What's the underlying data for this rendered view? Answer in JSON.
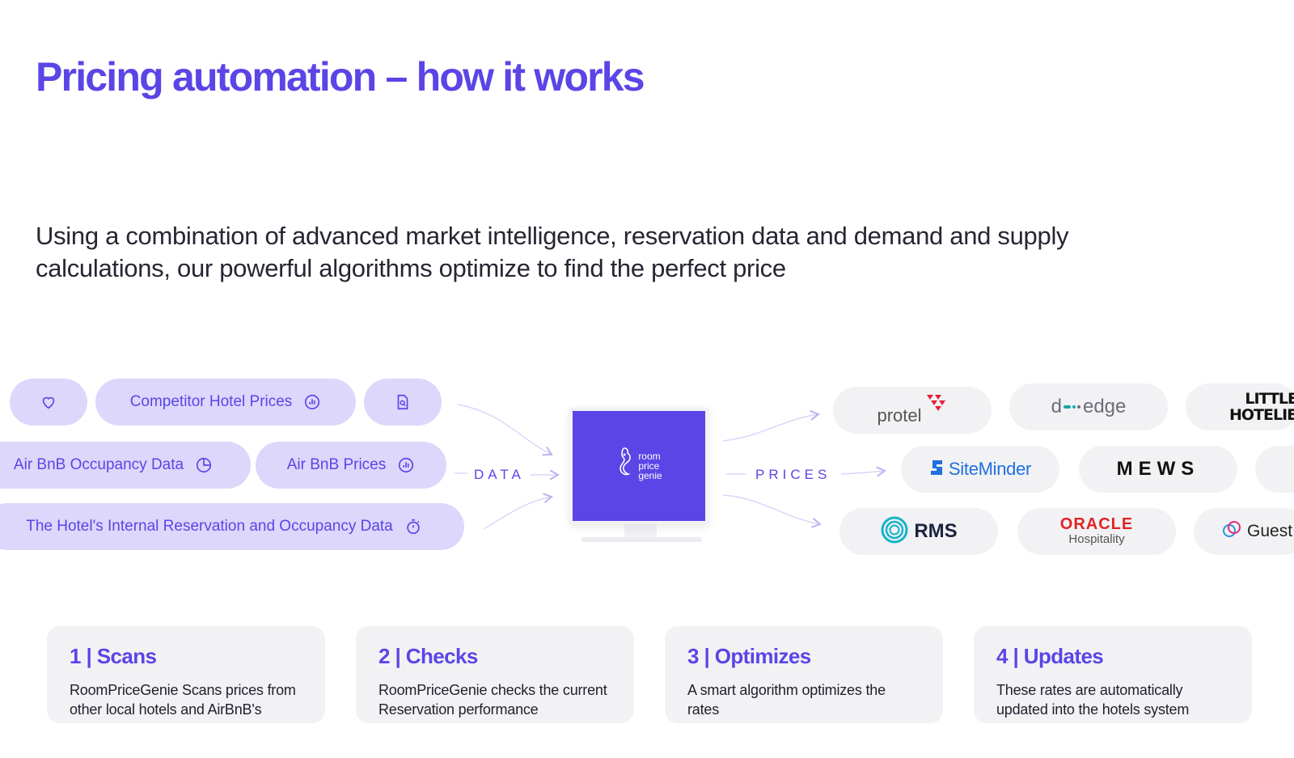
{
  "slide": {
    "title": "Pricing automation – how it works",
    "subtitle": "Using a combination of advanced market intelligence, reservation data and demand and supply calculations, our powerful algorithms optimize to find the perfect price"
  },
  "colors": {
    "accent": "#5b45e6",
    "pill_bg": "#dcd7fb",
    "card_bg": "#f2f2f4",
    "text": "#262633"
  },
  "data_sources": {
    "competitor_prices": {
      "label": "Competitor Hotel Prices",
      "icon": "bar-chart-circle-icon"
    },
    "airbnb_occupancy": {
      "label": "Air BnB Occupancy Data",
      "icon": "pie-chart-icon"
    },
    "airbnb_prices": {
      "label": "Air BnB Prices",
      "icon": "bar-chart-circle-icon"
    },
    "internal_data": {
      "label": "The Hotel's Internal Reservation and Occupancy Data",
      "icon": "stopwatch-icon"
    },
    "icon_only": [
      "heart-icon",
      "document-search-icon"
    ]
  },
  "flow": {
    "data_label": "DATA",
    "prices_label": "PRICES"
  },
  "monitor": {
    "brand_line1": "room",
    "brand_line2": "price",
    "brand_line3": "genie",
    "icon": "genie-icon"
  },
  "integrations": {
    "protel": "protel",
    "d_edge_left": "d",
    "d_edge_right": "edge",
    "little_hotelier_line1": "LITTLE",
    "little_hotelier_line2": "HOTELIER.",
    "siteminder": "SiteMinder",
    "mews": "MEWS",
    "rms": "RMS",
    "oracle": "ORACLE",
    "oracle_sub": "Hospitality",
    "guest": "Guest"
  },
  "steps": [
    {
      "title": "1 | Scans",
      "text": "RoomPriceGenie Scans prices from other local hotels and AirBnB's"
    },
    {
      "title": "2 | Checks",
      "text": "RoomPriceGenie checks the current Reservation performance"
    },
    {
      "title": "3 | Optimizes",
      "text": "A smart algorithm optimizes the rates"
    },
    {
      "title": "4 | Updates",
      "text": "These rates are automatically updated into the hotels system"
    }
  ]
}
